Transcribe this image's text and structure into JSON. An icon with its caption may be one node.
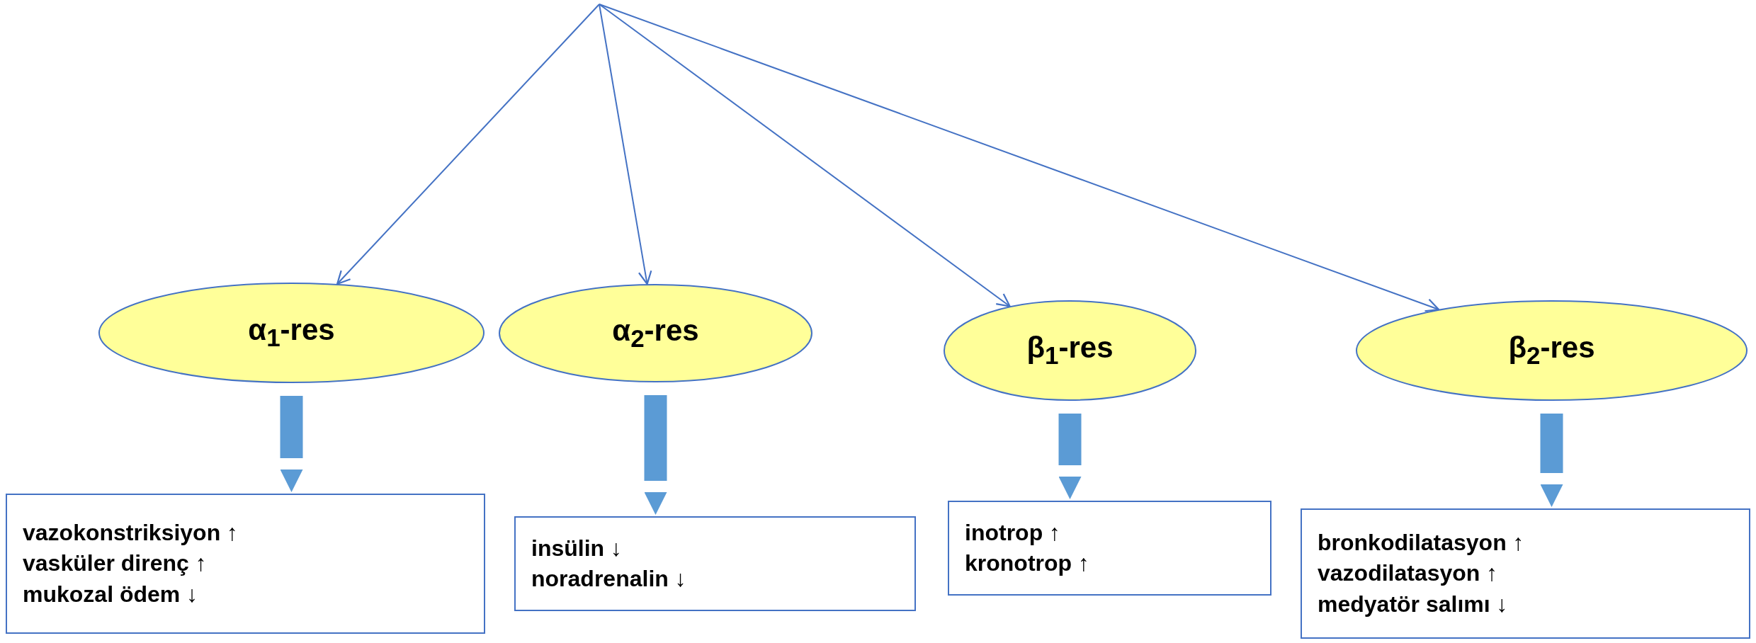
{
  "diagram": {
    "nodes": [
      {
        "text": [
          "α$_{1}$-res"
        ]
      },
      {
        "text": [
          "α$_{2}$-res"
        ]
      },
      {
        "text": [
          "β$_{1}$-res"
        ]
      },
      {
        "text": [
          "β$_{2}$-res"
        ]
      },
      {
        "text": [
          "vazokonstriksiyon ↑",
          "vasküler direnç ↑",
          "mukozal ödem ↓"
        ]
      },
      {
        "text": [
          "insülin ↓",
          "noradrenalin ↓"
        ]
      },
      {
        "text": [
          "inotrop ↑",
          "kronotrop ↑"
        ]
      },
      {
        "text": [
          "bronkodilatasyon ↑",
          "vazodilatasyon ↑",
          "medyatör salımı ↓"
        ]
      }
    ],
    "edges": [
      {
        "from": null,
        "to": 0,
        "arrow": "to"
      },
      {
        "from": null,
        "to": 1,
        "arrow": "to"
      },
      {
        "from": null,
        "to": 2,
        "arrow": "to"
      },
      {
        "from": null,
        "to": 3,
        "arrow": "to"
      },
      {
        "from": 0,
        "to": 4,
        "arrow": "to",
        "style": "thick",
        "color": "#5b9bd5"
      },
      {
        "from": 1,
        "to": 5,
        "arrow": "to",
        "style": "thick",
        "color": "#5b9bd5"
      },
      {
        "from": 2,
        "to": 6,
        "arrow": "to",
        "style": "thick",
        "color": "#5b9bd5"
      },
      {
        "from": 3,
        "to": 7,
        "arrow": "to",
        "style": "thick",
        "color": "#5b9bd5"
      }
    ]
  }
}
